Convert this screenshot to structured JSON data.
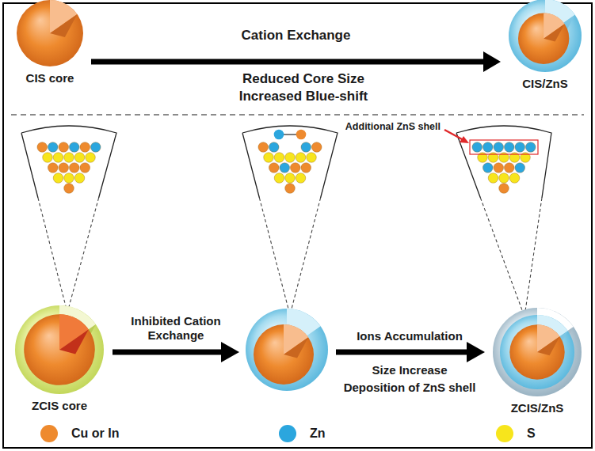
{
  "diagram": {
    "nodes": [
      {
        "text": [
          "CIS core"
        ]
      },
      {
        "text": [
          "CIS/ZnS"
        ]
      },
      {
        "text": [
          "ZCIS core"
        ]
      },
      {
        "text": [
          "ZCIS/ZnS"
        ]
      }
    ],
    "edges": [
      {
        "from": 0,
        "to": 1,
        "arrow": "to",
        "label": "Cation Exchange"
      }
    ],
    "labels": [
      "Reduced Core Size",
      "Increased Blue-shift",
      "Additional ZnS shell",
      "Inhibited Cation Exchange",
      "Ions Accumulation",
      "Size Increase",
      "Deposition of ZnS shell"
    ],
    "legend": [
      {
        "text": "Cu or In",
        "color": "#ee8a2e"
      },
      {
        "text": "Zn",
        "color": "#2ba6de"
      },
      {
        "text": "S",
        "color": "#f7e51c"
      }
    ]
  }
}
